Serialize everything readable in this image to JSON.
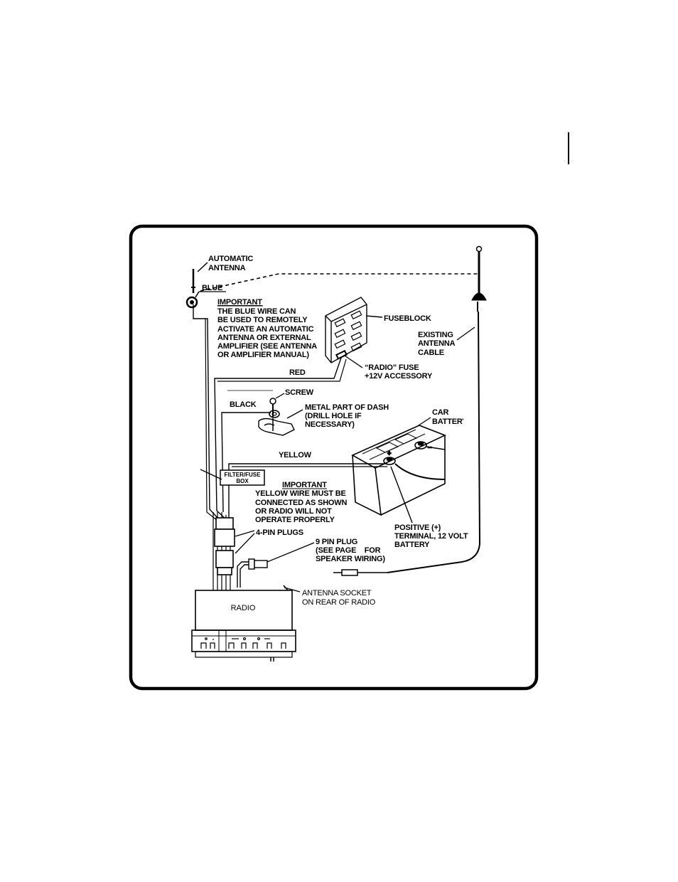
{
  "diagram": {
    "labels": {
      "automatic_antenna_1": "AUTOMATIC",
      "automatic_antenna_2": "ANTENNA",
      "blue": "BLUE",
      "important_1": "IMPORTANT",
      "blue_note": [
        "THE BLUE WIRE CAN",
        "BE USED TO REMOTELY",
        "ACTIVATE AN AUTOMATIC",
        "ANTENNA OR EXTERNAL",
        "AMPLIFIER (SEE ANTENNA",
        "OR AMPLIFIER MANUAL)"
      ],
      "fuseblock": "FUSEBLOCK",
      "existing_antenna_cable": [
        "EXISTING",
        "ANTENNA",
        "CABLE"
      ],
      "red": "RED",
      "radio_fuse": [
        "“RADIO” FUSE",
        "+12V ACCESSORY"
      ],
      "screw": "SCREW",
      "black": "BLACK",
      "metal_dash": [
        "METAL PART OF DASH",
        "(DRILL  HOLE  IF",
        "NECESSARY)"
      ],
      "car_battery": [
        "CAR",
        "BATTERY"
      ],
      "yellow": "YELLOW",
      "filter_fuse_box": [
        "FILTER/FUSE",
        "BOX"
      ],
      "important_2": "IMPORTANT",
      "yellow_note": [
        "YELLOW WIRE MUST BE",
        "CONNECTED AS SHOWN",
        "OR RADIO WILL NOT",
        "OPERATE PROPERLY"
      ],
      "four_pin_plugs": "4-PIN PLUGS",
      "nine_pin_plug": [
        "9 PIN PLUG",
        "(SEE PAGE    FOR",
        "SPEAKER WIRING)"
      ],
      "positive_terminal": [
        "POSITIVE (+)",
        "TERMINAL, 12 VOLT",
        "BATTERY"
      ],
      "antenna_socket": [
        "ANTENNA SOCKET",
        "ON REAR OF RADIO"
      ],
      "radio": "RADIO"
    }
  }
}
